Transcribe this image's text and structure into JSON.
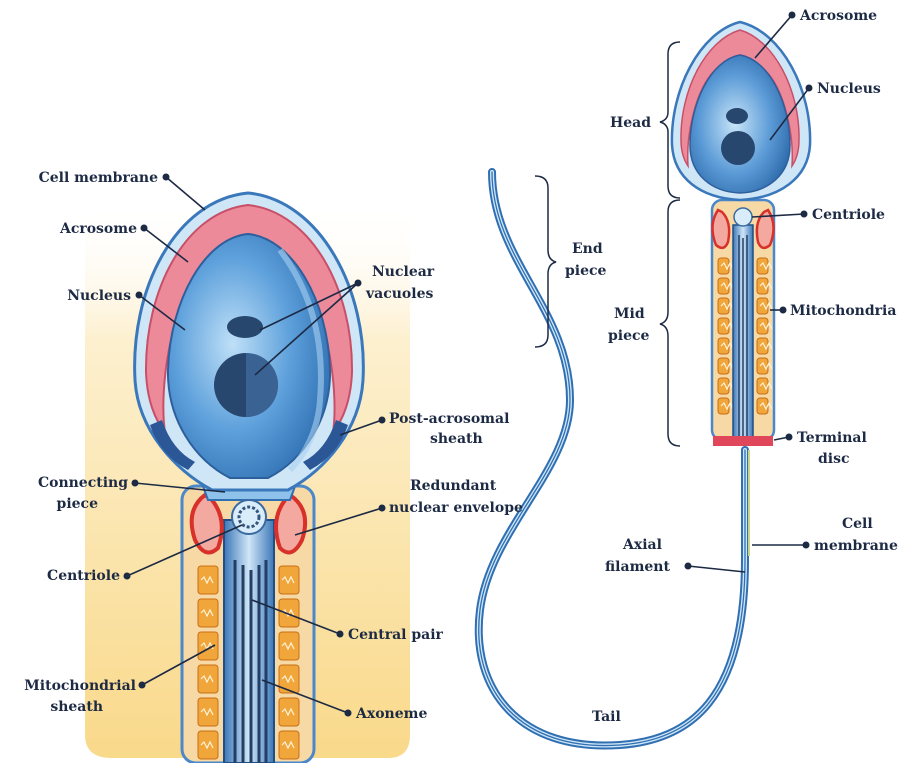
{
  "labels": {
    "cell_membrane": "Cell membrane",
    "acrosome_left": "Acrosome",
    "nucleus_left": "Nucleus",
    "nuclear_vacuoles_1": "Nuclear",
    "nuclear_vacuoles_2": "vacuoles",
    "post_acrosomal_1": "Post-acrosomal",
    "post_acrosomal_2": "sheath",
    "connecting_piece_1": "Connecting",
    "connecting_piece_2": "piece",
    "redundant_1": "Redundant",
    "redundant_2": "nuclear envelope",
    "centriole_left": "Centriole",
    "central_pair": "Central pair",
    "mito_sheath_1": "Mitochondrial",
    "mito_sheath_2": "sheath",
    "axoneme": "Axoneme",
    "end_piece_1": "End",
    "end_piece_2": "piece",
    "acrosome_right": "Acrosome",
    "nucleus_right": "Nucleus",
    "head": "Head",
    "centriole_right": "Centriole",
    "mid_piece_1": "Mid",
    "mid_piece_2": "piece",
    "mitochondria": "Mitochondria",
    "terminal_disc_1": "Terminal",
    "terminal_disc_2": "disc",
    "cell_membrane_right_1": "Cell",
    "cell_membrane_right_2": "membrane",
    "axial_filament_1": "Axial",
    "axial_filament_2": "filament",
    "tail": "Tail"
  },
  "colors": {
    "navy": "#1d2a44",
    "acrosome_pink": "#e97a8c",
    "nucleus_blue": "#4f8fcf",
    "vacuole_dark": "#27476f",
    "mito_orange": "#f0a63a",
    "redundant_red": "#d8312a",
    "panel_yellow": "#fbe3a8"
  }
}
